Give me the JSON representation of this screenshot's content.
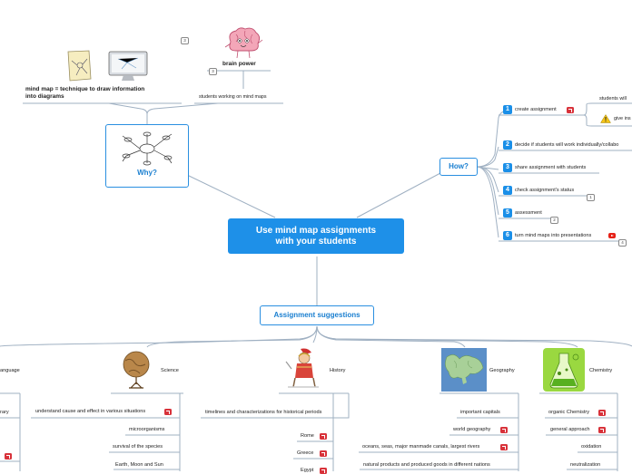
{
  "central": {
    "line1": "Use mind map assignments",
    "line2": "with your students"
  },
  "why": {
    "label": "Why?",
    "definition_line1": "mind map = technique to draw information",
    "definition_line2": "into diagrams",
    "definition_count": "3",
    "brain_label": "brain power",
    "brain_count": "3",
    "students_label": "students working on mind maps"
  },
  "how": {
    "label": "How?",
    "steps": [
      {
        "num": "1",
        "text": "create assignment"
      },
      {
        "num": "2",
        "text": "decide if students will work individually/collabo"
      },
      {
        "num": "3",
        "text": "share assignment with students"
      },
      {
        "num": "4",
        "text": "check assignment's status",
        "count": "1"
      },
      {
        "num": "5",
        "text": "assessment",
        "count": "2"
      },
      {
        "num": "6",
        "text": "turn mind maps into presentations",
        "count": "4"
      }
    ],
    "step1_sub1": "students will",
    "step1_sub2": "give ins"
  },
  "suggestions": {
    "label": "Assignment suggestions",
    "language": {
      "label": "anguage",
      "items": [
        "rary"
      ]
    },
    "science": {
      "label": "Science",
      "items": [
        "understand cause and effect in various situations",
        "microorganisms",
        "survival of the species",
        "Earth, Moon and Sun"
      ]
    },
    "history": {
      "label": "History",
      "items": [
        "timelines and characterizations for historical periods",
        "Rome",
        "Greece",
        "Egypt"
      ]
    },
    "geography": {
      "label": "Geography",
      "items": [
        "important capitals",
        "world geography",
        "oceans, seas, major manmade canals,  largest rivers",
        "natural products and produced goods in different nations"
      ]
    },
    "chemistry": {
      "label": "Chemistry",
      "items": [
        "organic Chemistry",
        "general approach",
        "oxidation",
        "neutralization"
      ]
    }
  },
  "colors": {
    "accent": "#1e90e8",
    "link_icon": "#d8323a",
    "line": "#9aa8b8"
  }
}
